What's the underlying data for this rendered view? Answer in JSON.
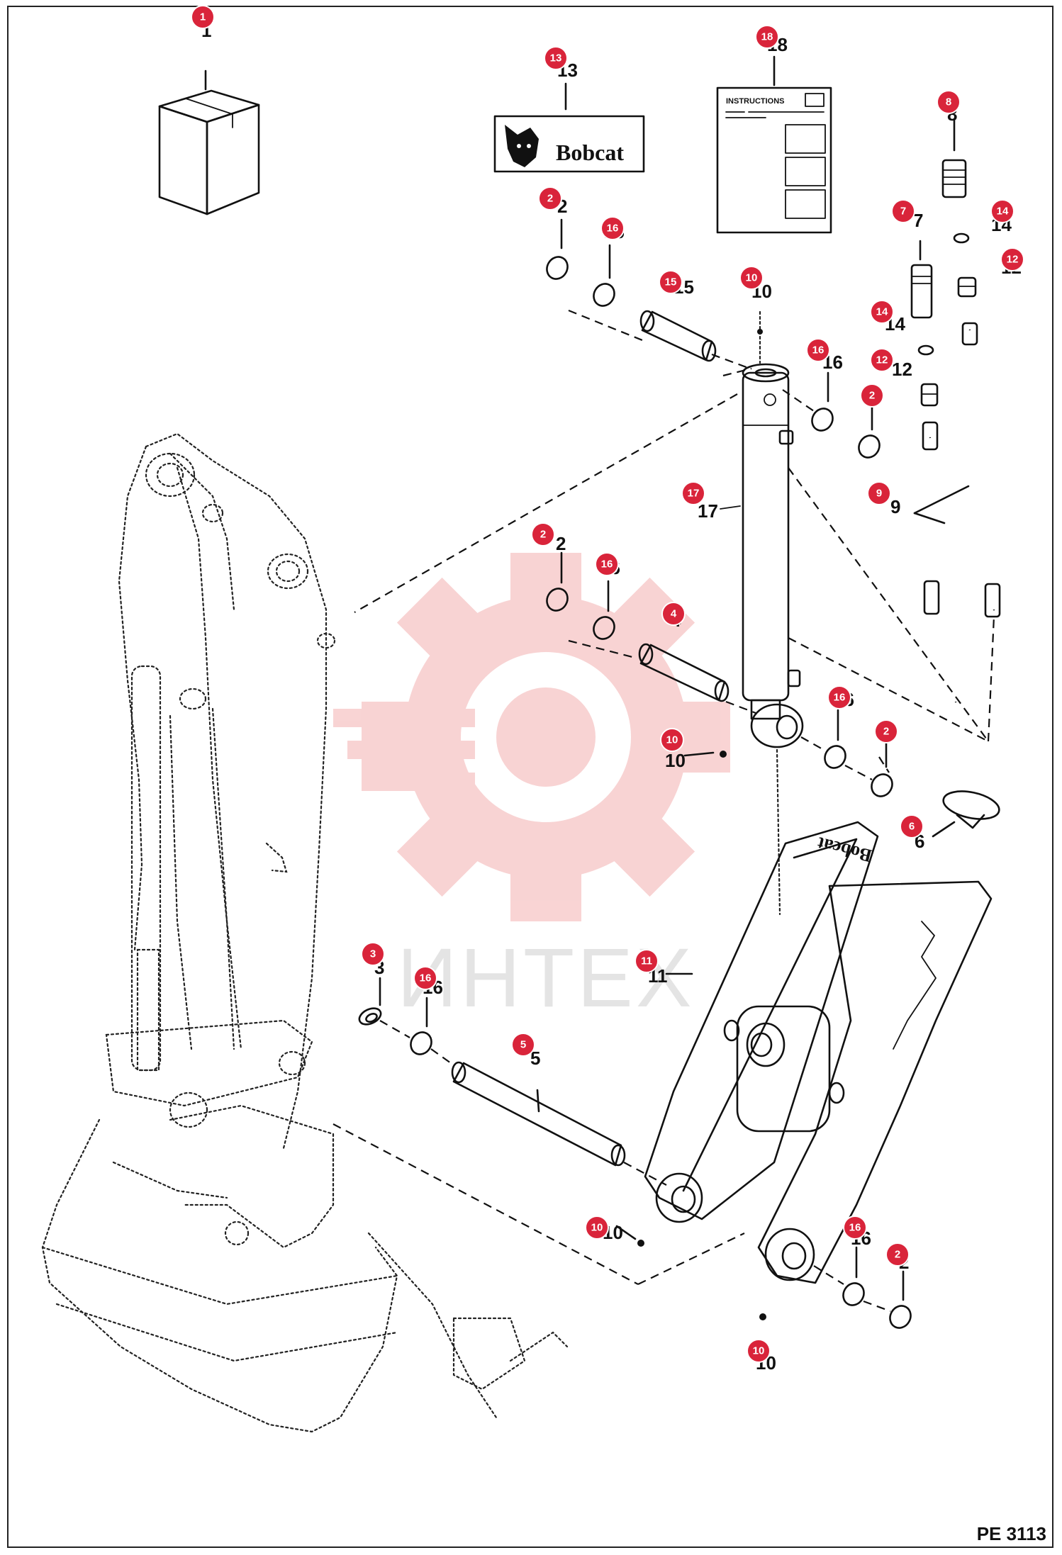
{
  "doc_code": "PE 3113",
  "brand_text": "Bobcat",
  "instructions_title": "INSTRUCTIONS",
  "watermark": {
    "text": "ИНТЕХ",
    "color": "#e23b3b"
  },
  "badge_color": "#d9243a",
  "callouts": [
    {
      "key": "1",
      "number": "1"
    },
    {
      "key": "13",
      "number": "13"
    },
    {
      "key": "18",
      "number": "18"
    },
    {
      "key": "8",
      "number": "8"
    },
    {
      "key": "2a",
      "number": "2"
    },
    {
      "key": "16a",
      "number": "16"
    },
    {
      "key": "15",
      "number": "15"
    },
    {
      "key": "10a",
      "number": "10"
    },
    {
      "key": "7",
      "number": "7"
    },
    {
      "key": "14a",
      "number": "14"
    },
    {
      "key": "12a",
      "number": "12"
    },
    {
      "key": "14b",
      "number": "14"
    },
    {
      "key": "16b",
      "number": "16"
    },
    {
      "key": "12b",
      "number": "12"
    },
    {
      "key": "2b",
      "number": "2"
    },
    {
      "key": "17",
      "number": "17"
    },
    {
      "key": "9",
      "number": "9"
    },
    {
      "key": "2c",
      "number": "2"
    },
    {
      "key": "16c",
      "number": "16"
    },
    {
      "key": "4",
      "number": "4"
    },
    {
      "key": "16d",
      "number": "16"
    },
    {
      "key": "10b",
      "number": "10"
    },
    {
      "key": "2d",
      "number": "2"
    },
    {
      "key": "6",
      "number": "6"
    },
    {
      "key": "3",
      "number": "3"
    },
    {
      "key": "11",
      "number": "11"
    },
    {
      "key": "16e",
      "number": "16"
    },
    {
      "key": "5",
      "number": "5"
    },
    {
      "key": "10c",
      "number": "10"
    },
    {
      "key": "16f",
      "number": "16"
    },
    {
      "key": "2e",
      "number": "2"
    },
    {
      "key": "10d",
      "number": "10"
    }
  ]
}
